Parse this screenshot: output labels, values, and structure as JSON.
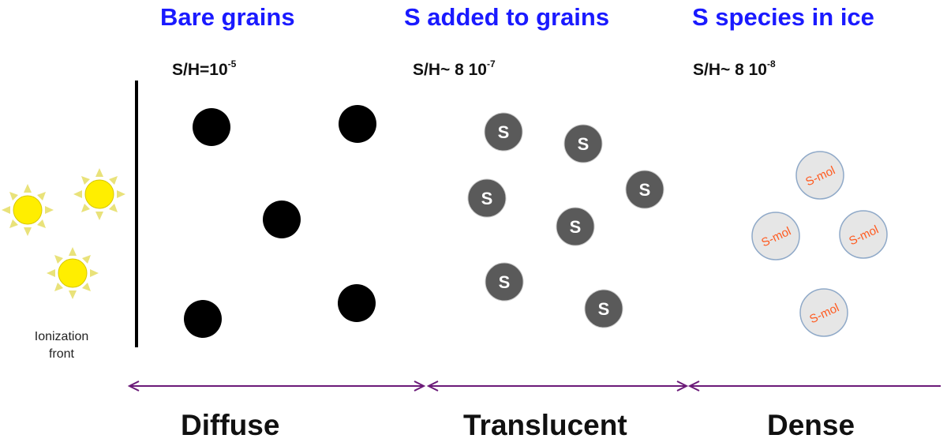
{
  "columns": {
    "diffuse": {
      "title": "Bare grains",
      "ratio_base": "S/H=10",
      "ratio_exp": "-5",
      "region": "Diffuse"
    },
    "translucent": {
      "title": "S added to grains",
      "ratio_base": "S/H~ 8 10",
      "ratio_exp": "-7",
      "region": "Translucent",
      "grain_label": "S"
    },
    "dense": {
      "title": "S species in ice",
      "ratio_base": "S/H~ 8 10",
      "ratio_exp": "-8",
      "region": "Dense",
      "grain_label": "S-mol"
    }
  },
  "front": {
    "line1": "Ionization",
    "line2": "front"
  },
  "colors": {
    "title": "#1a1aff",
    "bare_grain": "#000000",
    "s_grain": "#5a5a5a",
    "ice_grain_fill": "#e6e6e6",
    "ice_grain_stroke": "#8fa9c8",
    "ice_label": "#ff5a1f",
    "arrow": "#6b1a78",
    "sun": "#ffee00",
    "sun_ray": "#e9e27a"
  },
  "icons": [
    "sun-icon",
    "double-arrow-icon"
  ]
}
